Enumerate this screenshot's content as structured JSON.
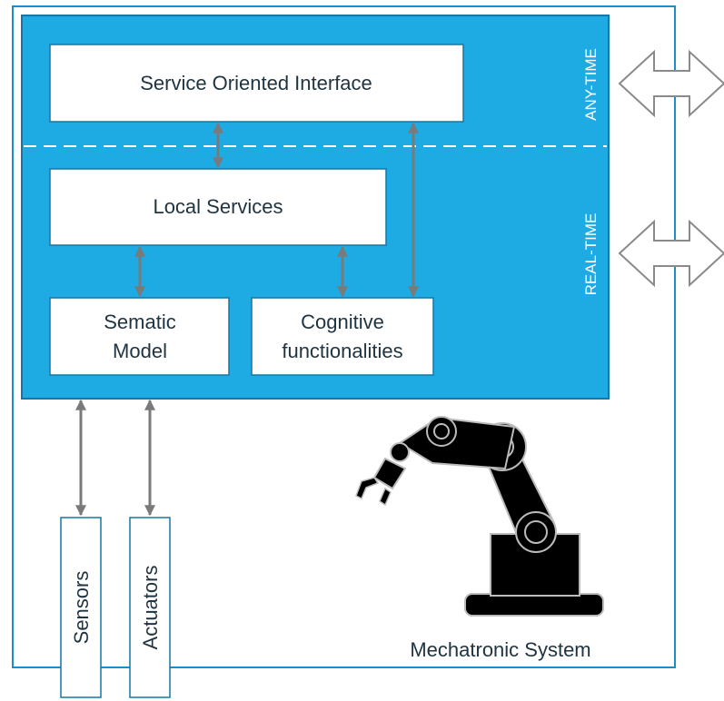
{
  "diagram": {
    "interface_box": "Service Oriented Interface",
    "local_services_box": "Local Services",
    "semantic_model_box": [
      "Sematic",
      "Model"
    ],
    "cognitive_box": [
      "Cognitive",
      "functionalities"
    ],
    "any_time_label": "ANY-TIME",
    "real_time_label": "REAL-TIME",
    "sensors_label": "Sensors",
    "actuators_label": "Actuators",
    "system_label": "Mechatronic System"
  },
  "colors": {
    "outer_border": "#1a8fc6",
    "panel_fill": "#1eaae2",
    "box_border": "#1477a6",
    "arrow": "#7a7a7a",
    "text": "#1f3340",
    "robot": "#000000"
  }
}
